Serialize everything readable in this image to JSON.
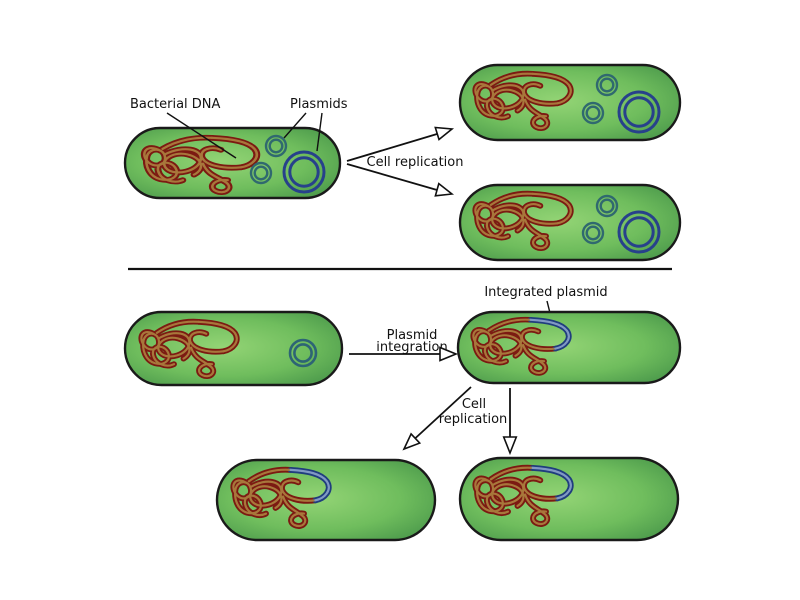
{
  "diagram": {
    "labels": {
      "bacterial_dna": "Bacterial DNA",
      "plasmids": "Plasmids",
      "cell_replication_top": "Cell replication",
      "integrated_plasmid": "Integrated plasmid",
      "plasmid_integration_line1": "Plasmid",
      "plasmid_integration_line2": "integration",
      "cell_replication_bottom_line1": "Cell",
      "cell_replication_bottom_line2": "replication"
    },
    "colors": {
      "background": "#ffffff",
      "text": "#111111",
      "cell_outline": "#1a1a1a",
      "cell_fill_center": "#93d475",
      "cell_fill_mid": "#6fbd5d",
      "cell_fill_edge": "#459348",
      "dna_outer": "#7c1a12",
      "dna_inner": "#a8773b",
      "plasmid_small": "#30696f",
      "plasmid_large": "#27418b",
      "plasmid_medium": "#2d6475",
      "integrated_segment_outer": "#203d7e",
      "integrated_segment_inner": "#8099c4"
    },
    "cells": [
      {
        "id": "parent-cell",
        "dna": "bacterial-dna",
        "small_plasmids": 2,
        "large_plasmids": 1,
        "integrated_plasmid": false
      },
      {
        "id": "daughter-cell-1",
        "dna": "bacterial-dna",
        "small_plasmids": 2,
        "large_plasmids": 1,
        "integrated_plasmid": false
      },
      {
        "id": "daughter-cell-2",
        "dna": "bacterial-dna",
        "small_plasmids": 2,
        "large_plasmids": 1,
        "integrated_plasmid": false
      },
      {
        "id": "pre-integration-cell",
        "dna": "bacterial-dna",
        "small_plasmids": 0,
        "large_plasmids": 0,
        "medium_plasmids": 1,
        "integrated_plasmid": false
      },
      {
        "id": "integrated-cell",
        "dna": "bacterial-dna",
        "small_plasmids": 0,
        "large_plasmids": 0,
        "integrated_plasmid": true
      },
      {
        "id": "integrated-daughter-1",
        "dna": "bacterial-dna",
        "small_plasmids": 0,
        "large_plasmids": 0,
        "integrated_plasmid": true
      },
      {
        "id": "integrated-daughter-2",
        "dna": "bacterial-dna",
        "small_plasmids": 0,
        "large_plasmids": 0,
        "integrated_plasmid": true
      }
    ]
  }
}
